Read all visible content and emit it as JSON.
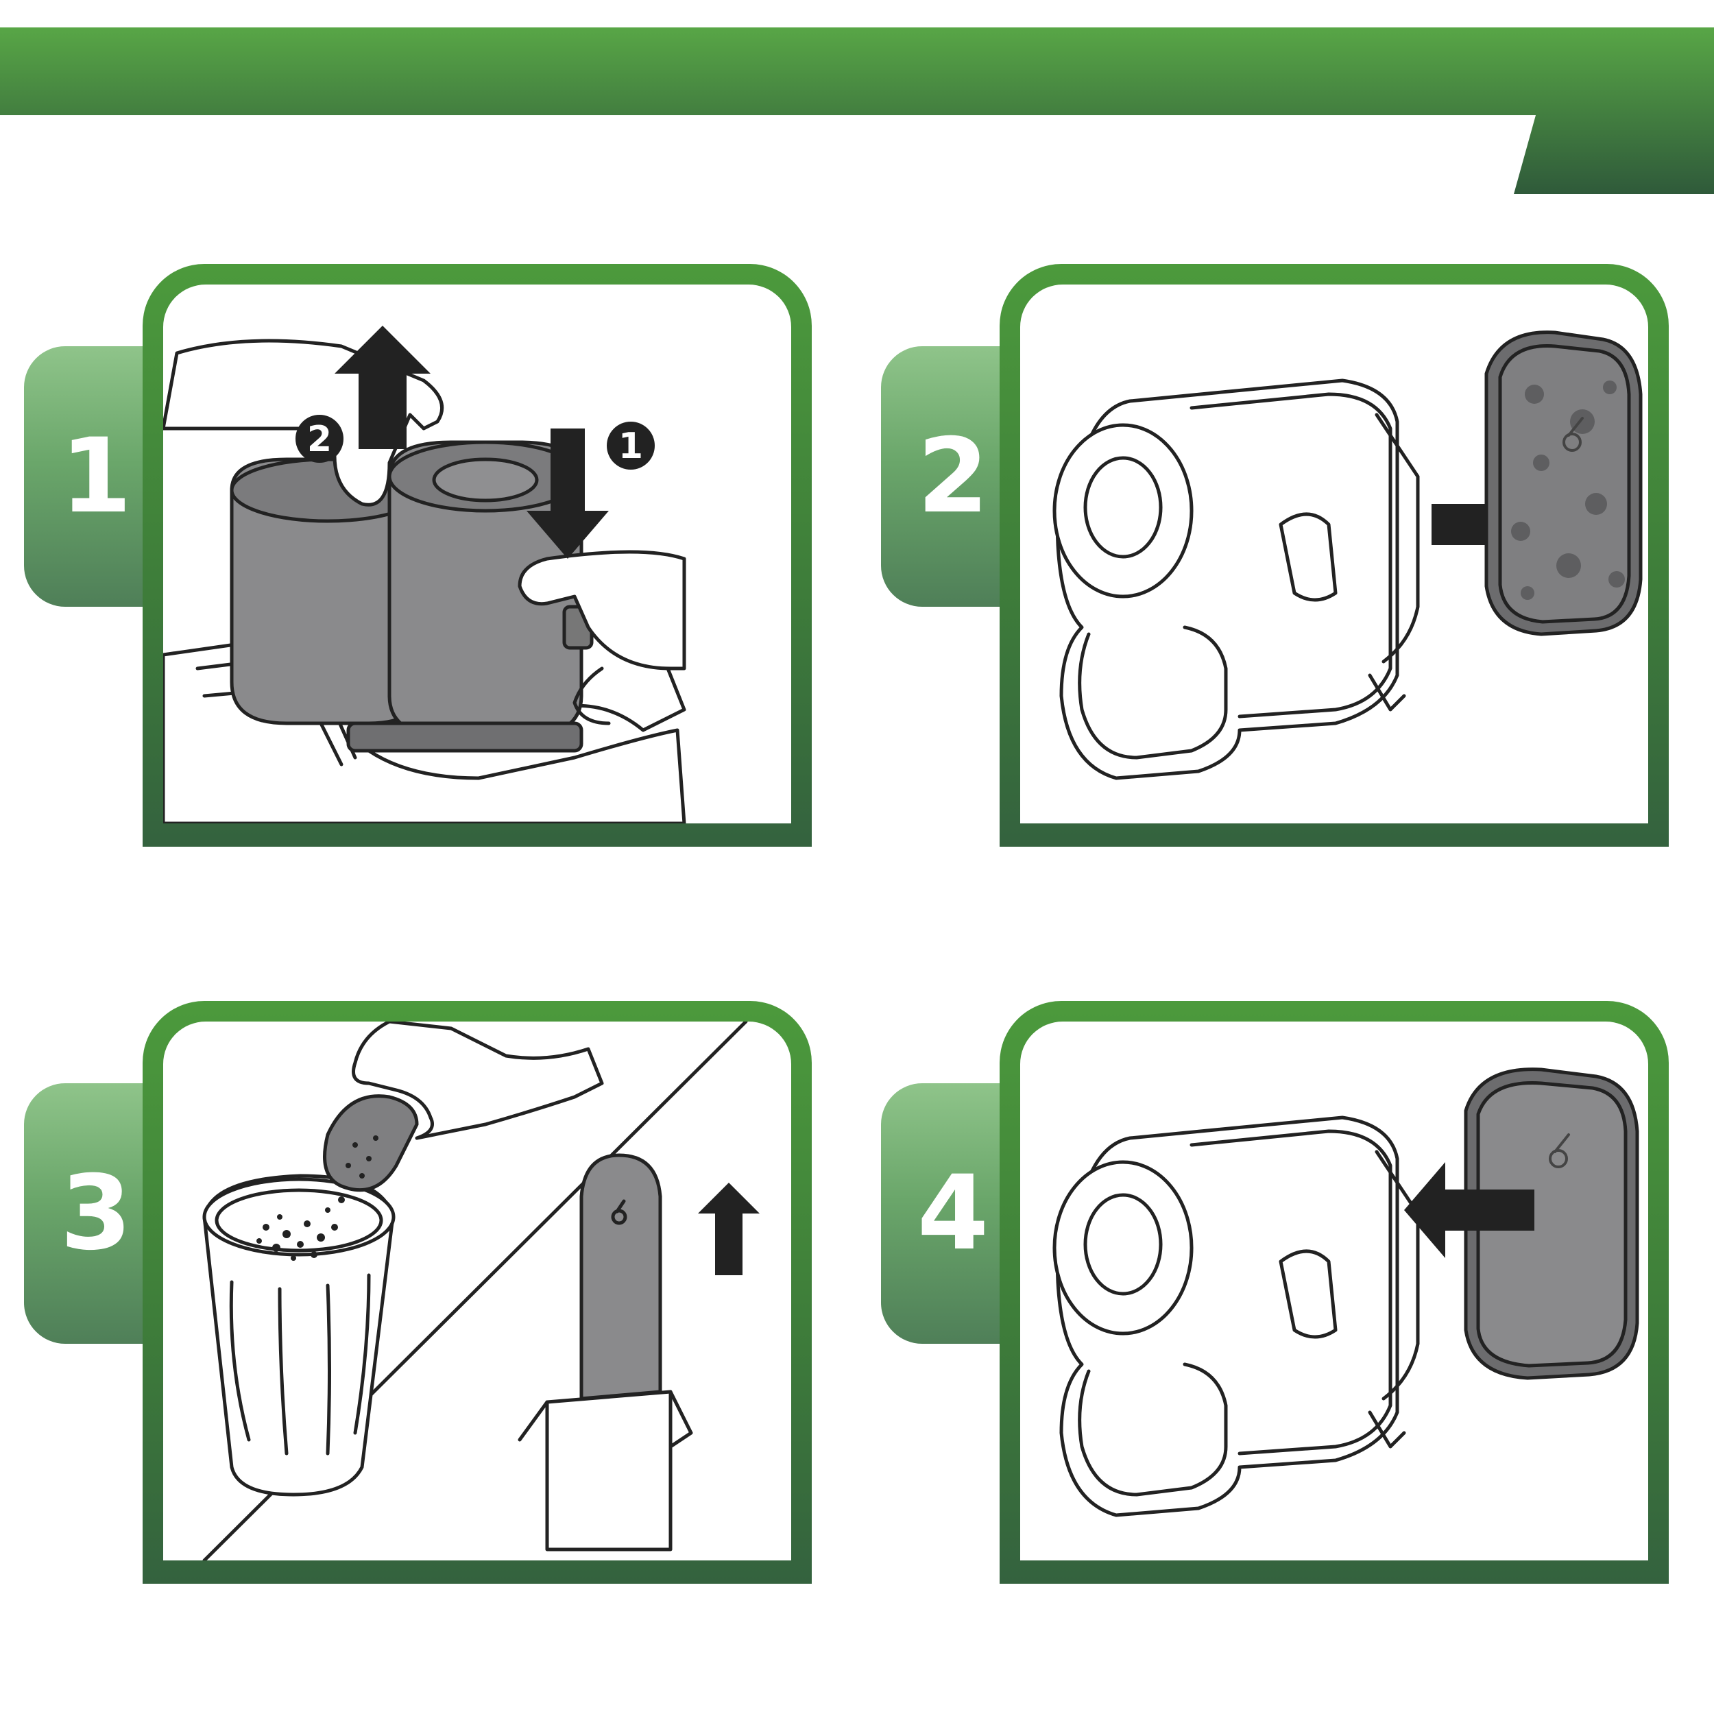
{
  "colors": {
    "banner_green": "#4e9a3e",
    "banner_dark": "#2f5a3a",
    "panel_green": "#3f8a3a",
    "tab_green": "#7fb97c",
    "part_gray": "#8a8a8c",
    "outline": "#222222"
  },
  "steps": [
    {
      "number": "1",
      "scene": "remove-dust-container",
      "badges": [
        "2",
        "1"
      ]
    },
    {
      "number": "2",
      "scene": "pull-out-dirty-filter"
    },
    {
      "number": "3",
      "scene": "discard-old-filter-unpack-new-filter"
    },
    {
      "number": "4",
      "scene": "insert-new-filter"
    }
  ],
  "icons": [
    "arrow-up-icon",
    "arrow-down-icon",
    "arrow-right-icon",
    "arrow-left-icon",
    "hand-icon",
    "trash-bin-icon",
    "box-icon",
    "filter-icon"
  ]
}
